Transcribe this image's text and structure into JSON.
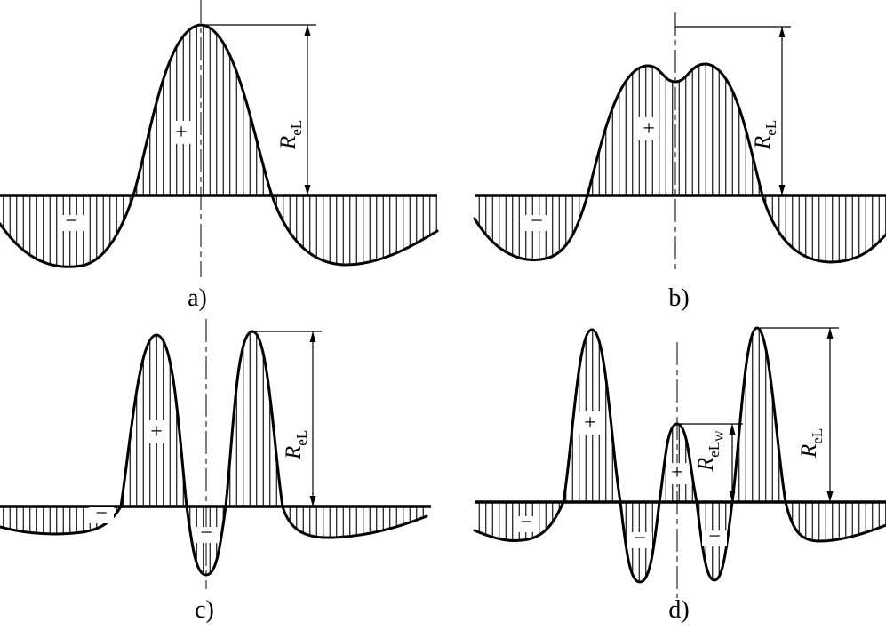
{
  "panels": {
    "a": {
      "caption": "a)"
    },
    "b": {
      "caption": "b)"
    },
    "c": {
      "caption": "c)"
    },
    "d": {
      "caption": "d)"
    }
  },
  "symbols": {
    "plus": "+",
    "minus": "−"
  },
  "dimensions": {
    "rel": {
      "base": "R",
      "sub": "eL"
    },
    "relw": {
      "base": "R",
      "sub": "eL",
      "subsub": "W"
    }
  },
  "colors": {
    "line": "#000000",
    "background": "#ffffff"
  }
}
